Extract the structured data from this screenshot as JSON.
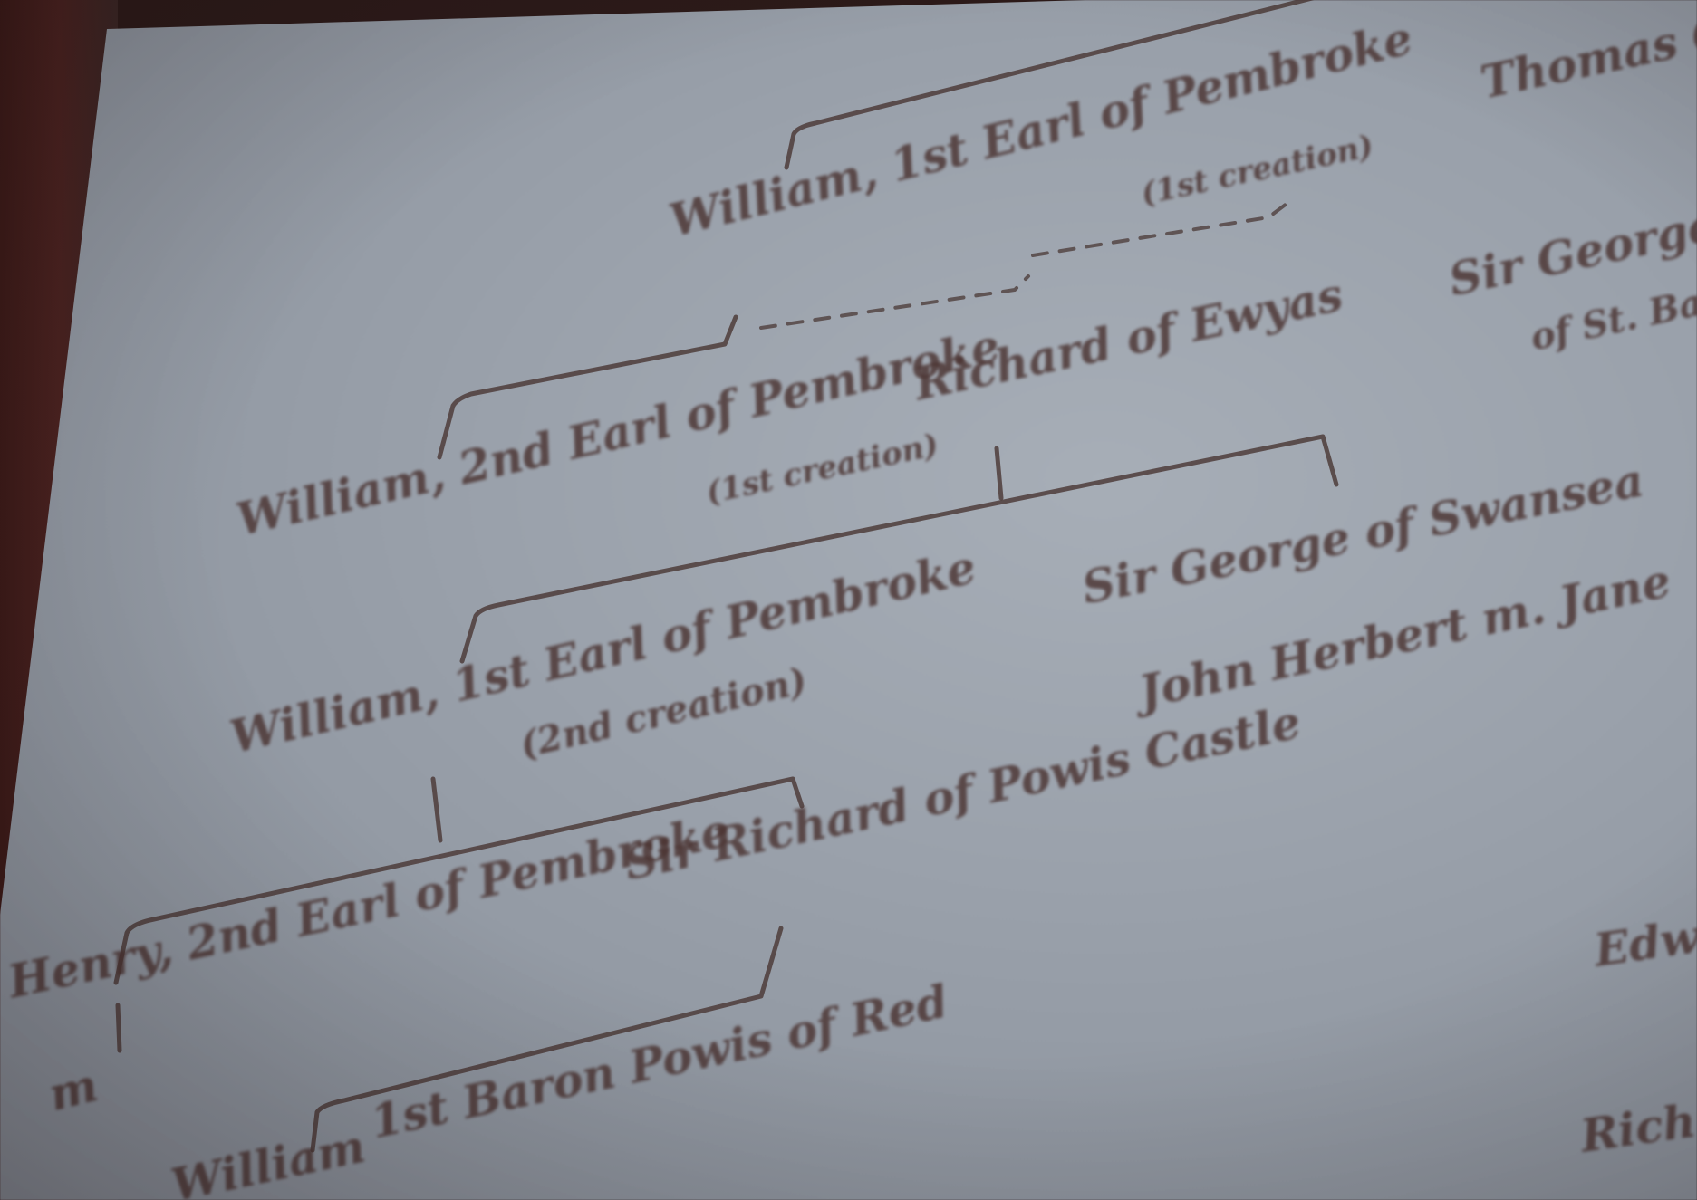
{
  "image": {
    "subject": "handwritten family tree whiteboard",
    "colors": {
      "board": "#9aa1ab",
      "ink": "#4b3432",
      "wall": "#3b1a18"
    }
  },
  "tree": {
    "entries": [
      {
        "id": "william-1st-earl-top",
        "text": "William, 1st Earl of Pembroke"
      },
      {
        "id": "william-1st-earl-top-paren",
        "text": "(1st creation)"
      },
      {
        "id": "thomas-right",
        "text": "Thomas C"
      },
      {
        "id": "sir-george-right",
        "text": "Sir George"
      },
      {
        "id": "sir-george-right-sub",
        "text": "of St. Ba"
      },
      {
        "id": "richard-of-ewyas",
        "text": "Richard of Ewyas"
      },
      {
        "id": "william-2nd-earl",
        "text": "William, 2nd Earl of Pembroke"
      },
      {
        "id": "william-2nd-earl-paren",
        "text": "(1st creation)"
      },
      {
        "id": "sir-george-of-swansea",
        "text": "Sir George of Swansea"
      },
      {
        "id": "john-herbert",
        "text": "John Herbert m. Jane"
      },
      {
        "id": "william-1st-earl-2nd",
        "text": "William, 1st Earl of Pembroke"
      },
      {
        "id": "william-1st-earl-2nd-paren",
        "text": "(2nd creation)"
      },
      {
        "id": "sir-richard-of-powis",
        "text": "Sir Richard of Powis Castle"
      },
      {
        "id": "henry-2nd-earl",
        "text": "Henry, 2nd Earl of Pembroke"
      },
      {
        "id": "edward-right",
        "text": "Edw"
      },
      {
        "id": "baron-powis",
        "text": "1st Baron Powis of Red"
      },
      {
        "id": "richard-right",
        "text": "Rich"
      },
      {
        "id": "m-left",
        "text": "m"
      },
      {
        "id": "william-bottom",
        "text": "William"
      }
    ]
  }
}
